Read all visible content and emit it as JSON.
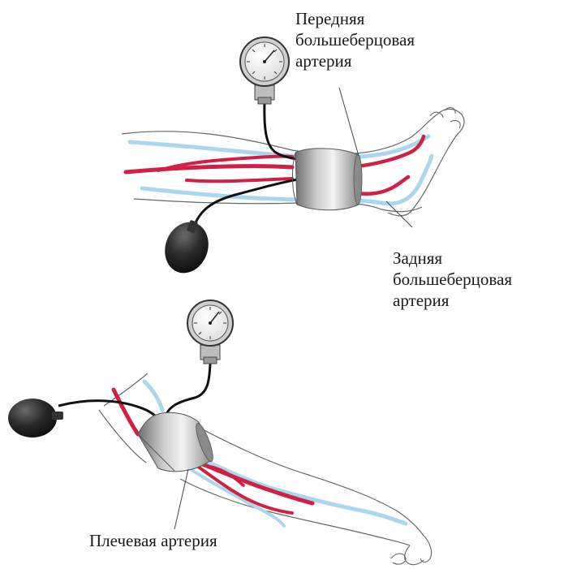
{
  "labels": {
    "anterior_tibial": [
      "Передняя",
      "большеберцовая",
      "артерия"
    ],
    "posterior_tibial": [
      "Задняя",
      "большеберцовая",
      "артерия"
    ],
    "brachial": "Плечевая артерия"
  },
  "colors": {
    "artery": "#d21f44",
    "vein": "#a9d8ee",
    "skin_outline": "#555555",
    "cuff": "#9a9a9a",
    "bulb": "#2b2b2b",
    "tube": "#111111"
  }
}
